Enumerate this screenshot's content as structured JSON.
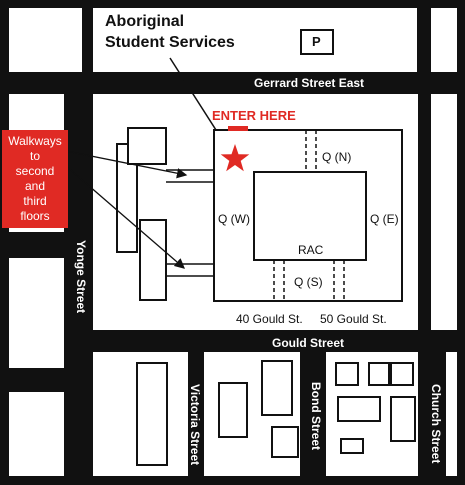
{
  "title": "Aboriginal Student Services",
  "title_lines": [
    "Aboriginal",
    "Student Services"
  ],
  "parking": "P",
  "enter_label": "ENTER HERE",
  "walkway_callout": [
    "Walkways to",
    "second and",
    "third floors"
  ],
  "streets": {
    "gerrard": "Gerrard Street East",
    "gould": "Gould Street",
    "yonge": "Yonge Street",
    "victoria": "Victoria Street",
    "bond": "Bond Street",
    "church": "Church Street"
  },
  "building": {
    "center": "RAC",
    "q_n": "Q (N)",
    "q_w": "Q (W)",
    "q_e": "Q (E)",
    "q_s": "Q (S)",
    "addr_40": "40 Gould St.",
    "addr_50": "50 Gould St."
  },
  "colors": {
    "road": "#111111",
    "accent": "#e02a24",
    "background": "#ffffff"
  },
  "icons": {
    "star": "star-icon",
    "arrow": "arrow-icon"
  }
}
